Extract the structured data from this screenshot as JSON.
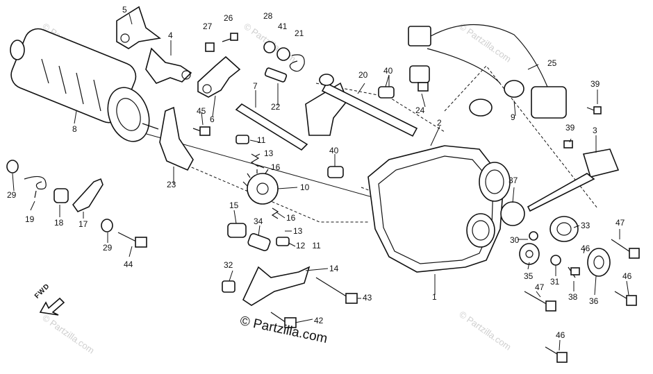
{
  "watermark": "© Partzilla.com",
  "copyright": "© Partzilla.com",
  "direction_label": "FWD",
  "callouts": [
    "1",
    "2",
    "3",
    "4",
    "5",
    "6",
    "7",
    "8",
    "9",
    "10",
    "11",
    "12",
    "13",
    "14",
    "15",
    "16",
    "17",
    "18",
    "19",
    "20",
    "21",
    "22",
    "23",
    "24",
    "25",
    "26",
    "27",
    "28",
    "29",
    "30",
    "31",
    "32",
    "33",
    "34",
    "35",
    "36",
    "37",
    "38",
    "39",
    "40",
    "41",
    "42",
    "43",
    "44",
    "45",
    "46",
    "47"
  ]
}
